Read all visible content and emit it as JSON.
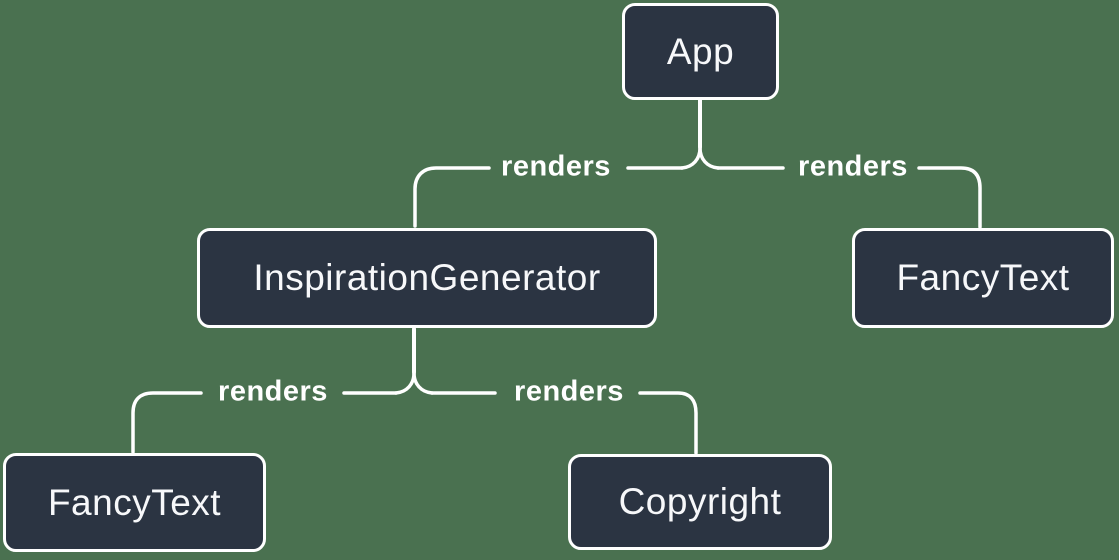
{
  "diagram": {
    "type": "render-tree",
    "colors": {
      "background": "#4A7150",
      "node_fill": "#2B3442",
      "node_border": "#FFFFFF",
      "edge_line": "#FFFFFF",
      "node_text": "#F7F8FA",
      "edge_label_text": "#FFFFFF"
    },
    "nodes": [
      {
        "id": "app",
        "label": "App"
      },
      {
        "id": "inspiration-generator",
        "label": "InspirationGenerator"
      },
      {
        "id": "fancy-text-right",
        "label": "FancyText"
      },
      {
        "id": "fancy-text-left",
        "label": "FancyText"
      },
      {
        "id": "copyright",
        "label": "Copyright"
      }
    ],
    "edges": [
      {
        "from": "App",
        "to": "InspirationGenerator",
        "label": "renders"
      },
      {
        "from": "App",
        "to": "FancyText",
        "label": "renders"
      },
      {
        "from": "InspirationGenerator",
        "to": "FancyText",
        "label": "renders"
      },
      {
        "from": "InspirationGenerator",
        "to": "Copyright",
        "label": "renders"
      }
    ]
  }
}
